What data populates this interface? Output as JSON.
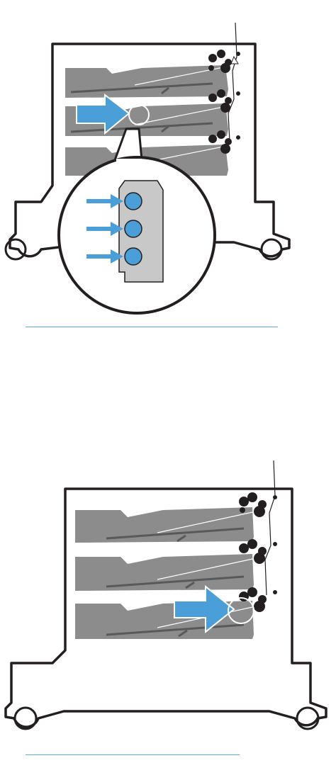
{
  "colors": {
    "outline": "#231f20",
    "tray_fill": "#8c8c8d",
    "tray_dark": "#58595b",
    "arrow_blue": "#4a9fd8",
    "connector_fill": "#c8c8c9",
    "rule_blue": "#5aa9dc"
  },
  "figures": [
    {
      "id": "tray-connectors-view",
      "icons": [
        "printer-feeder-outline",
        "paper-tray",
        "feed-roller",
        "insert-arrow",
        "magnifier-callout",
        "connector-pin"
      ]
    },
    {
      "id": "tray-insertion-view",
      "icons": [
        "printer-feeder-outline",
        "paper-tray",
        "feed-roller",
        "insert-arrow"
      ]
    }
  ]
}
